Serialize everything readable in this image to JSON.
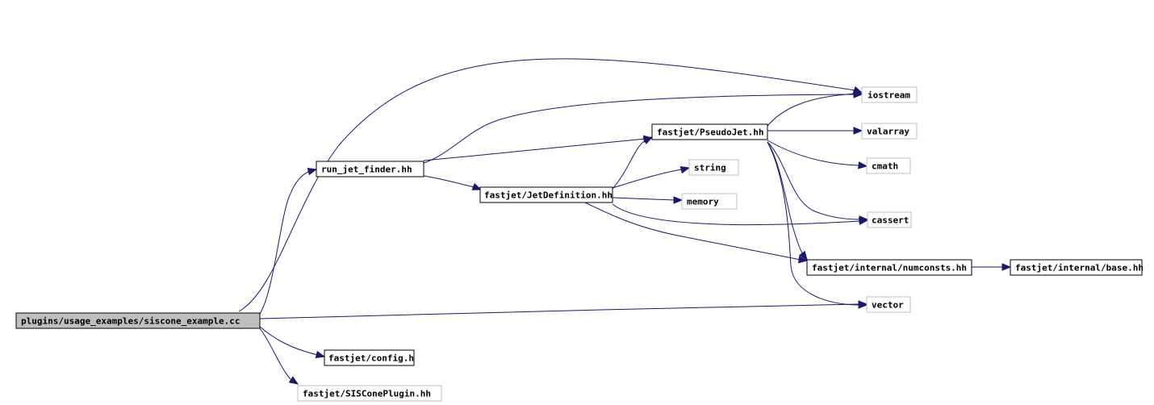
{
  "colors": {
    "edge": "#191970",
    "root_fill": "#bfbfbf",
    "external_border": "#bfbfbf",
    "internal_border": "#000000"
  },
  "nodes": {
    "root": "plugins/usage_examples/siscone_example.cc",
    "run_jet_finder": "run_jet_finder.hh",
    "pseudojet": "fastjet/PseudoJet.hh",
    "jetdefinition": "fastjet/JetDefinition.hh",
    "numconsts": "fastjet/internal/numconsts.hh",
    "base": "fastjet/internal/base.hh",
    "config": "fastjet/config.h",
    "sisconeplugin": "fastjet/SISConePlugin.hh",
    "iostream": "iostream",
    "valarray": "valarray",
    "cmath": "cmath",
    "string": "string",
    "memory": "memory",
    "cassert": "cassert",
    "vector": "vector"
  }
}
